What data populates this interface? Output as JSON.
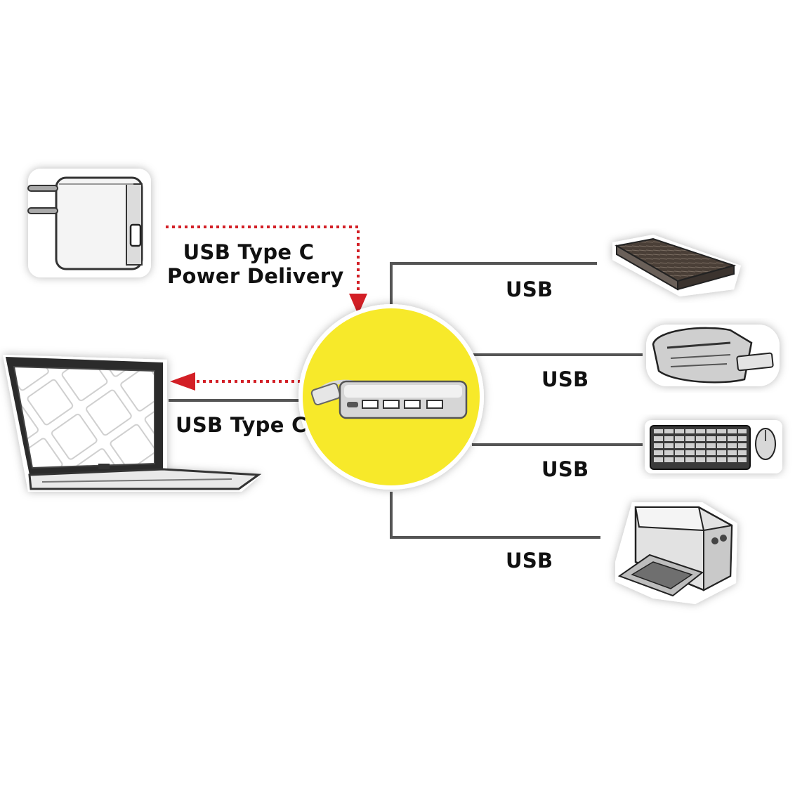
{
  "labels": {
    "power_line1": "USB Type C",
    "power_line2": "Power Delivery",
    "laptop_link": "USB Type C",
    "usb_hdd": "USB",
    "usb_cardreader": "USB",
    "usb_keyboard": "USB",
    "usb_printer": "USB"
  },
  "colors": {
    "hub_circle": "#f7e92a",
    "power_arrow": "#d31f26",
    "connector_line": "#555555"
  },
  "devices": [
    "power-adapter",
    "laptop",
    "usb-hub",
    "external-hard-drive",
    "card-reader",
    "keyboard-and-mouse",
    "printer"
  ]
}
